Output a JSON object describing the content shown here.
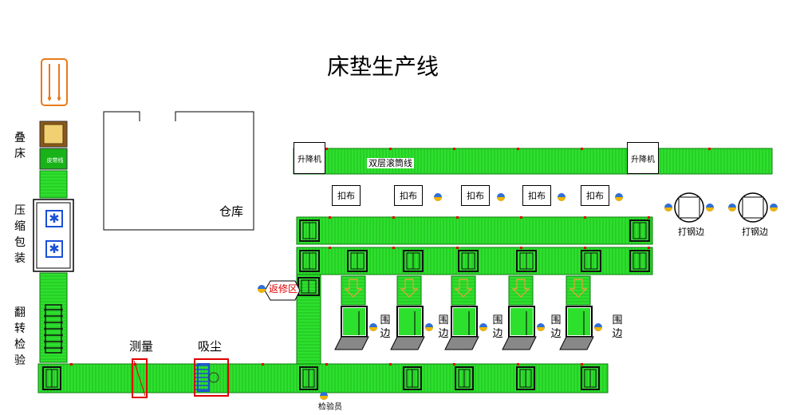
{
  "title": "床垫生产线",
  "labels": {
    "stack_bed": "叠床",
    "leather_belt_line": "皮带线",
    "compress_pack": "压缩包装",
    "flip_inspect": "翻转检验",
    "measure": "测量",
    "vacuum": "吸尘",
    "warehouse": "仓库",
    "lift": "升降机",
    "double_roller_line": "双层滚筒线",
    "button_cloth": "扣布",
    "steel_edge": "打钢边",
    "repair_area": "返修区",
    "edge_wrap": "围边",
    "inspector": "检验员"
  },
  "colors": {
    "conveyor_green": "#2ee02e",
    "conveyor_dark": "#0a7a0a",
    "motor_red": "#e00000",
    "worker_blue": "#2f6fd6",
    "worker_yellow": "#f0b400",
    "stacker_orange": "#e87a1a",
    "arrow_orange": "#f39c3a"
  },
  "stations": {
    "button_cloth_count": 5,
    "edge_wrap_count": 5,
    "steel_edge_count": 2
  }
}
